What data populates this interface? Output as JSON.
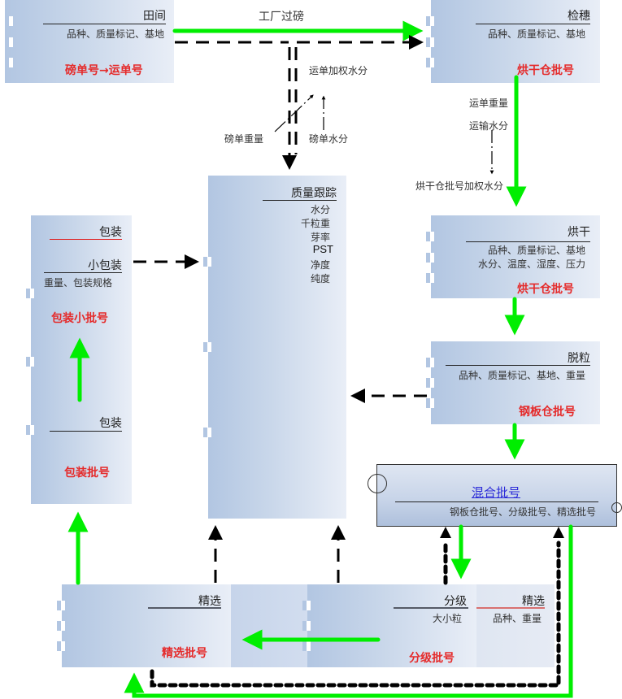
{
  "nodes": {
    "field": {
      "title": "田间",
      "attrs": "品种、质量标记、基地",
      "batch": "磅单号→运单号"
    },
    "inspect": {
      "title": "检穗",
      "attrs": "品种、质量标记、基地",
      "batch": "烘干仓批号"
    },
    "dry": {
      "title": "烘干",
      "attrs1": "品种、质量标记、基地",
      "attrs2": "水分、温度、湿度、压力",
      "batch": "烘干仓批号"
    },
    "thresh": {
      "title": "脱粒",
      "attrs": "品种、质量标记、基地、重量",
      "batch": "钢板仓批号"
    },
    "quality": {
      "title": "质量跟踪",
      "items": [
        "水分",
        "千粒重",
        "芽率",
        "PST",
        "净度",
        "纯度"
      ]
    },
    "package": {
      "title": "包装",
      "small_title": "小包装",
      "small_attrs": "重量、包装规格",
      "small_batch": "包装小批号",
      "pack_title": "包装",
      "pack_batch": "包装批号"
    },
    "mix": {
      "title": "混合批号",
      "attrs": "钢板仓批号、分级批号、精选批号"
    },
    "select_left": {
      "title": "精选",
      "batch": "精选批号"
    },
    "grade": {
      "title": "分级",
      "attrs": "大小粒",
      "batch": "分级批号"
    },
    "select_right": {
      "title": "精选",
      "attrs": "品种、重量"
    }
  },
  "labels": {
    "factory_weigh": "工厂过磅",
    "waybill_weighted_moisture": "运单加权水分",
    "weigh_weight": "磅单重量",
    "weigh_moisture": "磅单水分",
    "waybill_weight": "运单重量",
    "transport_moisture": "运输水分",
    "dry_batch_weighted_moisture": "烘干仓批号加权水分"
  },
  "colors": {
    "flow_green": "#00ee00",
    "batch_red": "#e52a2a",
    "mix_link_blue": "#2a2ad8",
    "data_black": "#000000"
  }
}
